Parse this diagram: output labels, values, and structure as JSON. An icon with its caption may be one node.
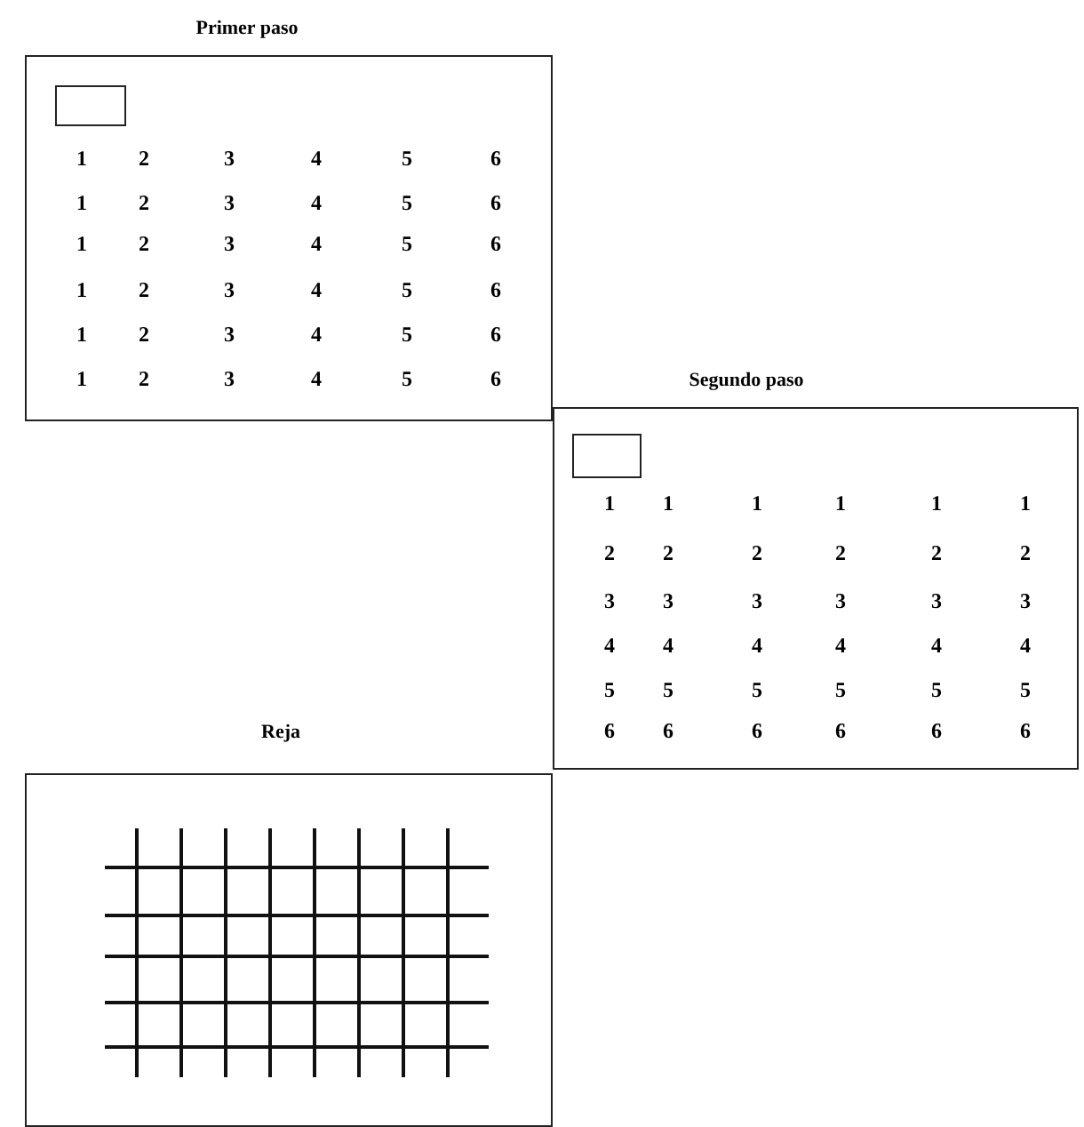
{
  "diagram": {
    "nodes": [
      {
        "text": [
          "Primer paso"
        ]
      },
      {
        "text": [],
        "shape": "box",
        "in": 0
      },
      {
        "text": [
          "Segundo paso"
        ]
      },
      {
        "text": [],
        "shape": "box",
        "in": 2
      },
      {
        "text": [
          "Reja"
        ]
      }
    ],
    "edges": [],
    "labels": [
      "1",
      "2",
      "3",
      "4",
      "5",
      "6",
      "1",
      "2",
      "3",
      "4",
      "5",
      "6",
      "1",
      "2",
      "3",
      "4",
      "5",
      "6",
      "1",
      "2",
      "3",
      "4",
      "5",
      "6",
      "1",
      "2",
      "3",
      "4",
      "5",
      "6",
      "1",
      "2",
      "3",
      "4",
      "5",
      "6",
      "1",
      "1",
      "1",
      "1",
      "1",
      "1",
      "2",
      "2",
      "2",
      "2",
      "2",
      "2",
      "3",
      "3",
      "3",
      "3",
      "3",
      "3",
      "4",
      "4",
      "4",
      "4",
      "4",
      "4",
      "5",
      "5",
      "5",
      "5",
      "5",
      "5",
      "6",
      "6",
      "6",
      "6",
      "6",
      "6"
    ]
  }
}
